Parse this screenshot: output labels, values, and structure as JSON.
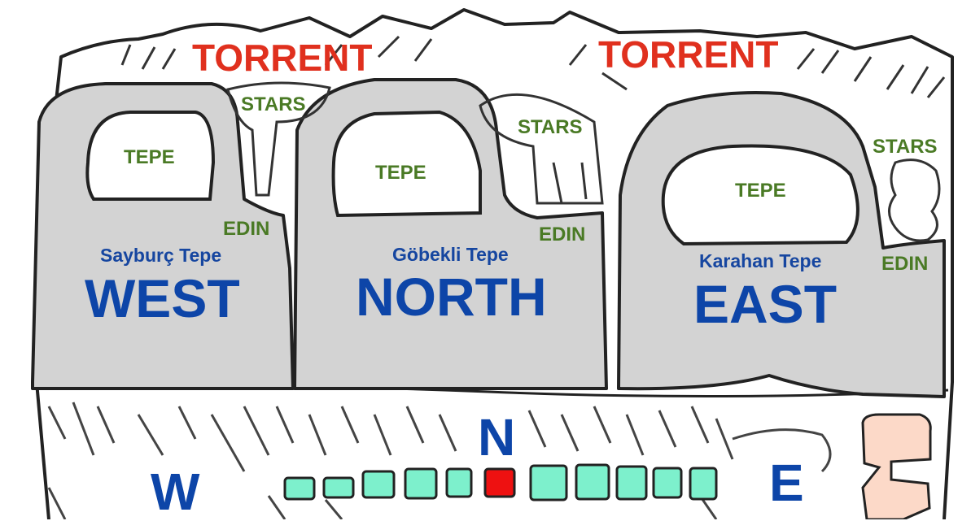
{
  "labels": {
    "torrent_left": "TORRENT",
    "torrent_right": "TORRENT",
    "stars_1": "STARS",
    "stars_2": "STARS",
    "stars_3": "STARS",
    "tepe_west": "TEPE",
    "tepe_north": "TEPE",
    "tepe_east": "TEPE",
    "edin_1": "EDIN",
    "edin_2": "EDIN",
    "edin_3": "EDIN",
    "site_west": "Sayburç Tepe",
    "site_north": "Göbekli Tepe",
    "site_east": "Karahan Tepe",
    "dir_west": "WEST",
    "dir_north": "NORTH",
    "dir_east": "EAST",
    "compass_n": "N",
    "compass_w": "W",
    "compass_e": "E"
  },
  "colors": {
    "torrent": "#e0301e",
    "green_labels": "#4a7a25",
    "blue_labels": "#0d45a8",
    "panel_fill": "#d3d3d3",
    "beads": "#7df0cc",
    "highlight_bead": "#ee1111",
    "side_figure": "#fcd9c8",
    "outline": "#222222"
  },
  "beads": {
    "count": 11,
    "highlighted_index": 5
  }
}
